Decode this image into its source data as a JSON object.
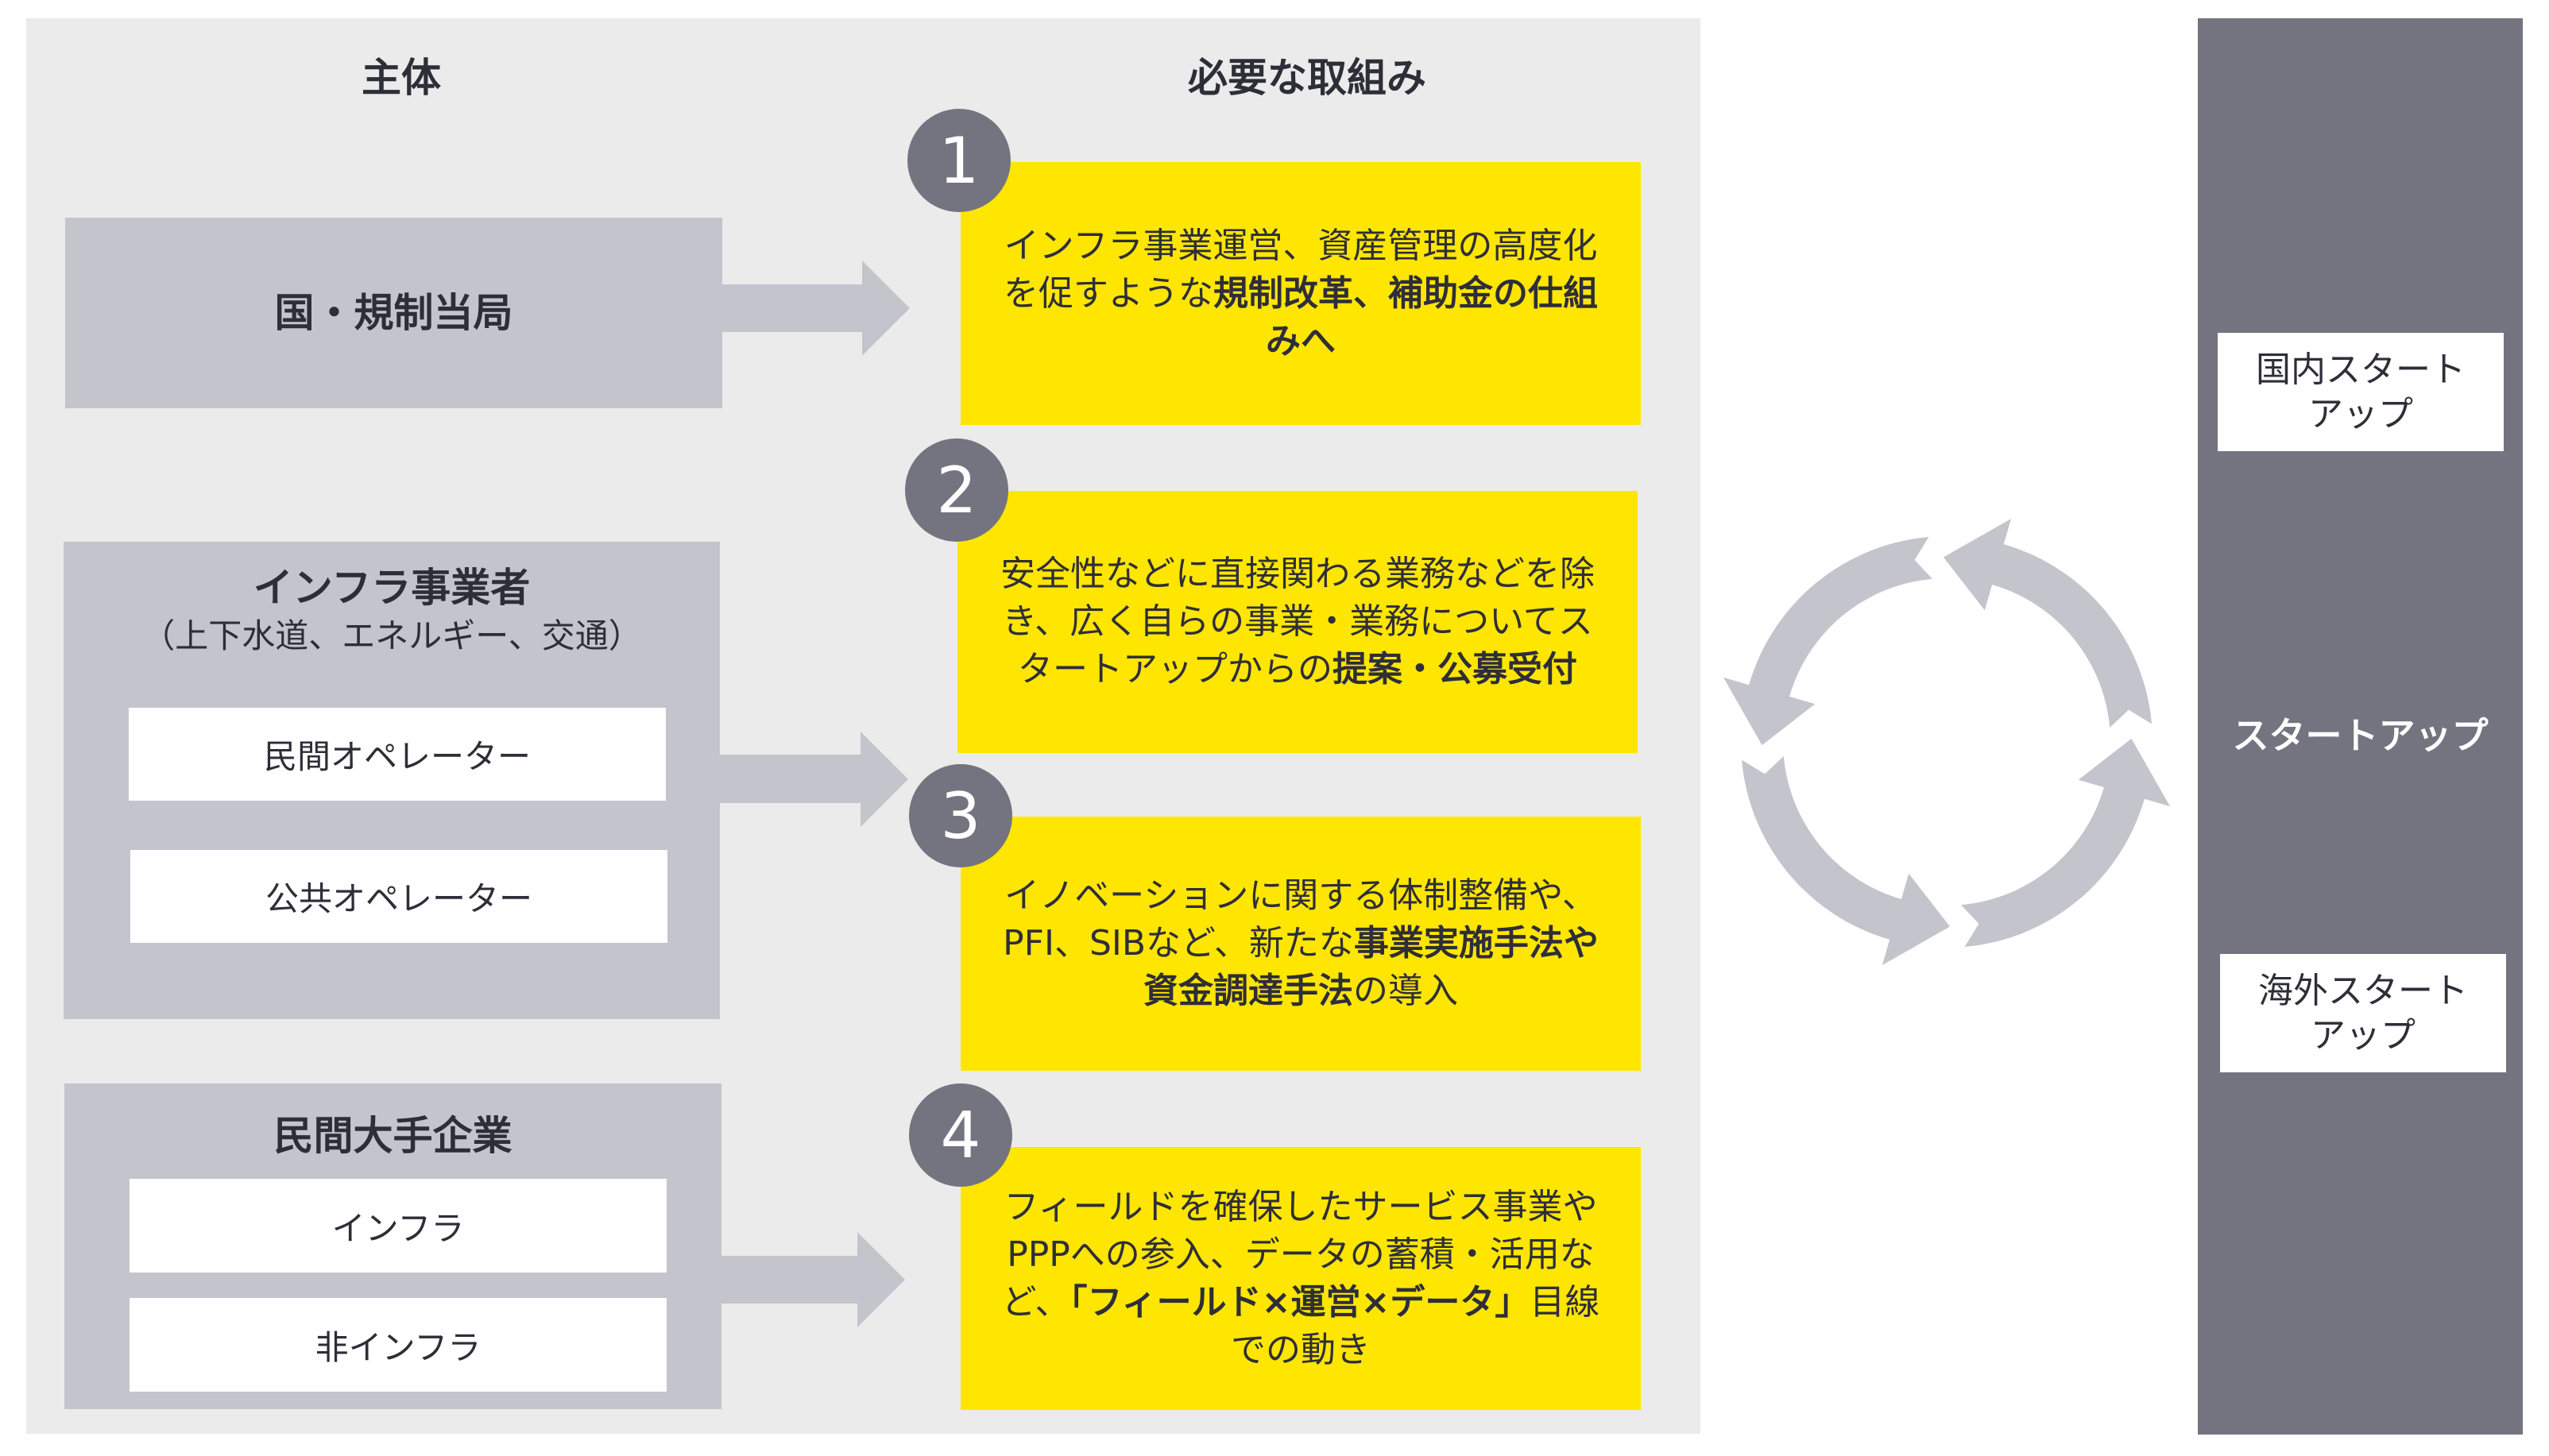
{
  "headers": {
    "actors": "主体",
    "actions": "必要な取組み"
  },
  "actors": [
    {
      "title": "国・規制当局"
    },
    {
      "title": "インフラ事業者",
      "subtitle": "（上下水道、エネルギー、交通）",
      "items": [
        "民間オペレーター",
        "公共オペレーター"
      ]
    },
    {
      "title": "民間大手企業",
      "items": [
        "インフラ",
        "非インフラ"
      ]
    }
  ],
  "actions": [
    {
      "number": "1",
      "segments": [
        {
          "text": "インフラ事業運営、資産管理の高度化を促すような",
          "bold": false
        },
        {
          "text": "規制改革、補助金の仕組みへ",
          "bold": true
        }
      ]
    },
    {
      "number": "2",
      "segments": [
        {
          "text": "安全性などに直接関わる業務などを除き、広く自らの事業・業務についてスタートアップからの",
          "bold": false
        },
        {
          "text": "提案・公募受付",
          "bold": true
        }
      ]
    },
    {
      "number": "3",
      "segments": [
        {
          "text": "イノベーションに関する体制整備や、PFI、SIBなど、新たな",
          "bold": false
        },
        {
          "text": "事業実施手法や資金調達手法",
          "bold": true
        },
        {
          "text": "の導入",
          "bold": false
        }
      ]
    },
    {
      "number": "4",
      "segments": [
        {
          "text": "フィールドを確保したサービス事業やPPPへの参入、データの蓄積・活用など、",
          "bold": false
        },
        {
          "text": "「フィールド×運営×データ」",
          "bold": true
        },
        {
          "text": "目線での動き",
          "bold": false
        }
      ]
    }
  ],
  "cycle": {
    "direction": "counterclockwise",
    "arrow_count": 4
  },
  "startups": {
    "label": "スタートアップ",
    "items": [
      "国内スタートアップ",
      "海外スタートアップ"
    ]
  },
  "colors": {
    "background_panel": "#ebebeb",
    "actor_box": "#c4c4cd",
    "action_box": "#ffe600",
    "number_badge": "#747480",
    "startup_panel": "#747480",
    "arrow": "#c4c4cd",
    "text": "#2e2e38"
  }
}
